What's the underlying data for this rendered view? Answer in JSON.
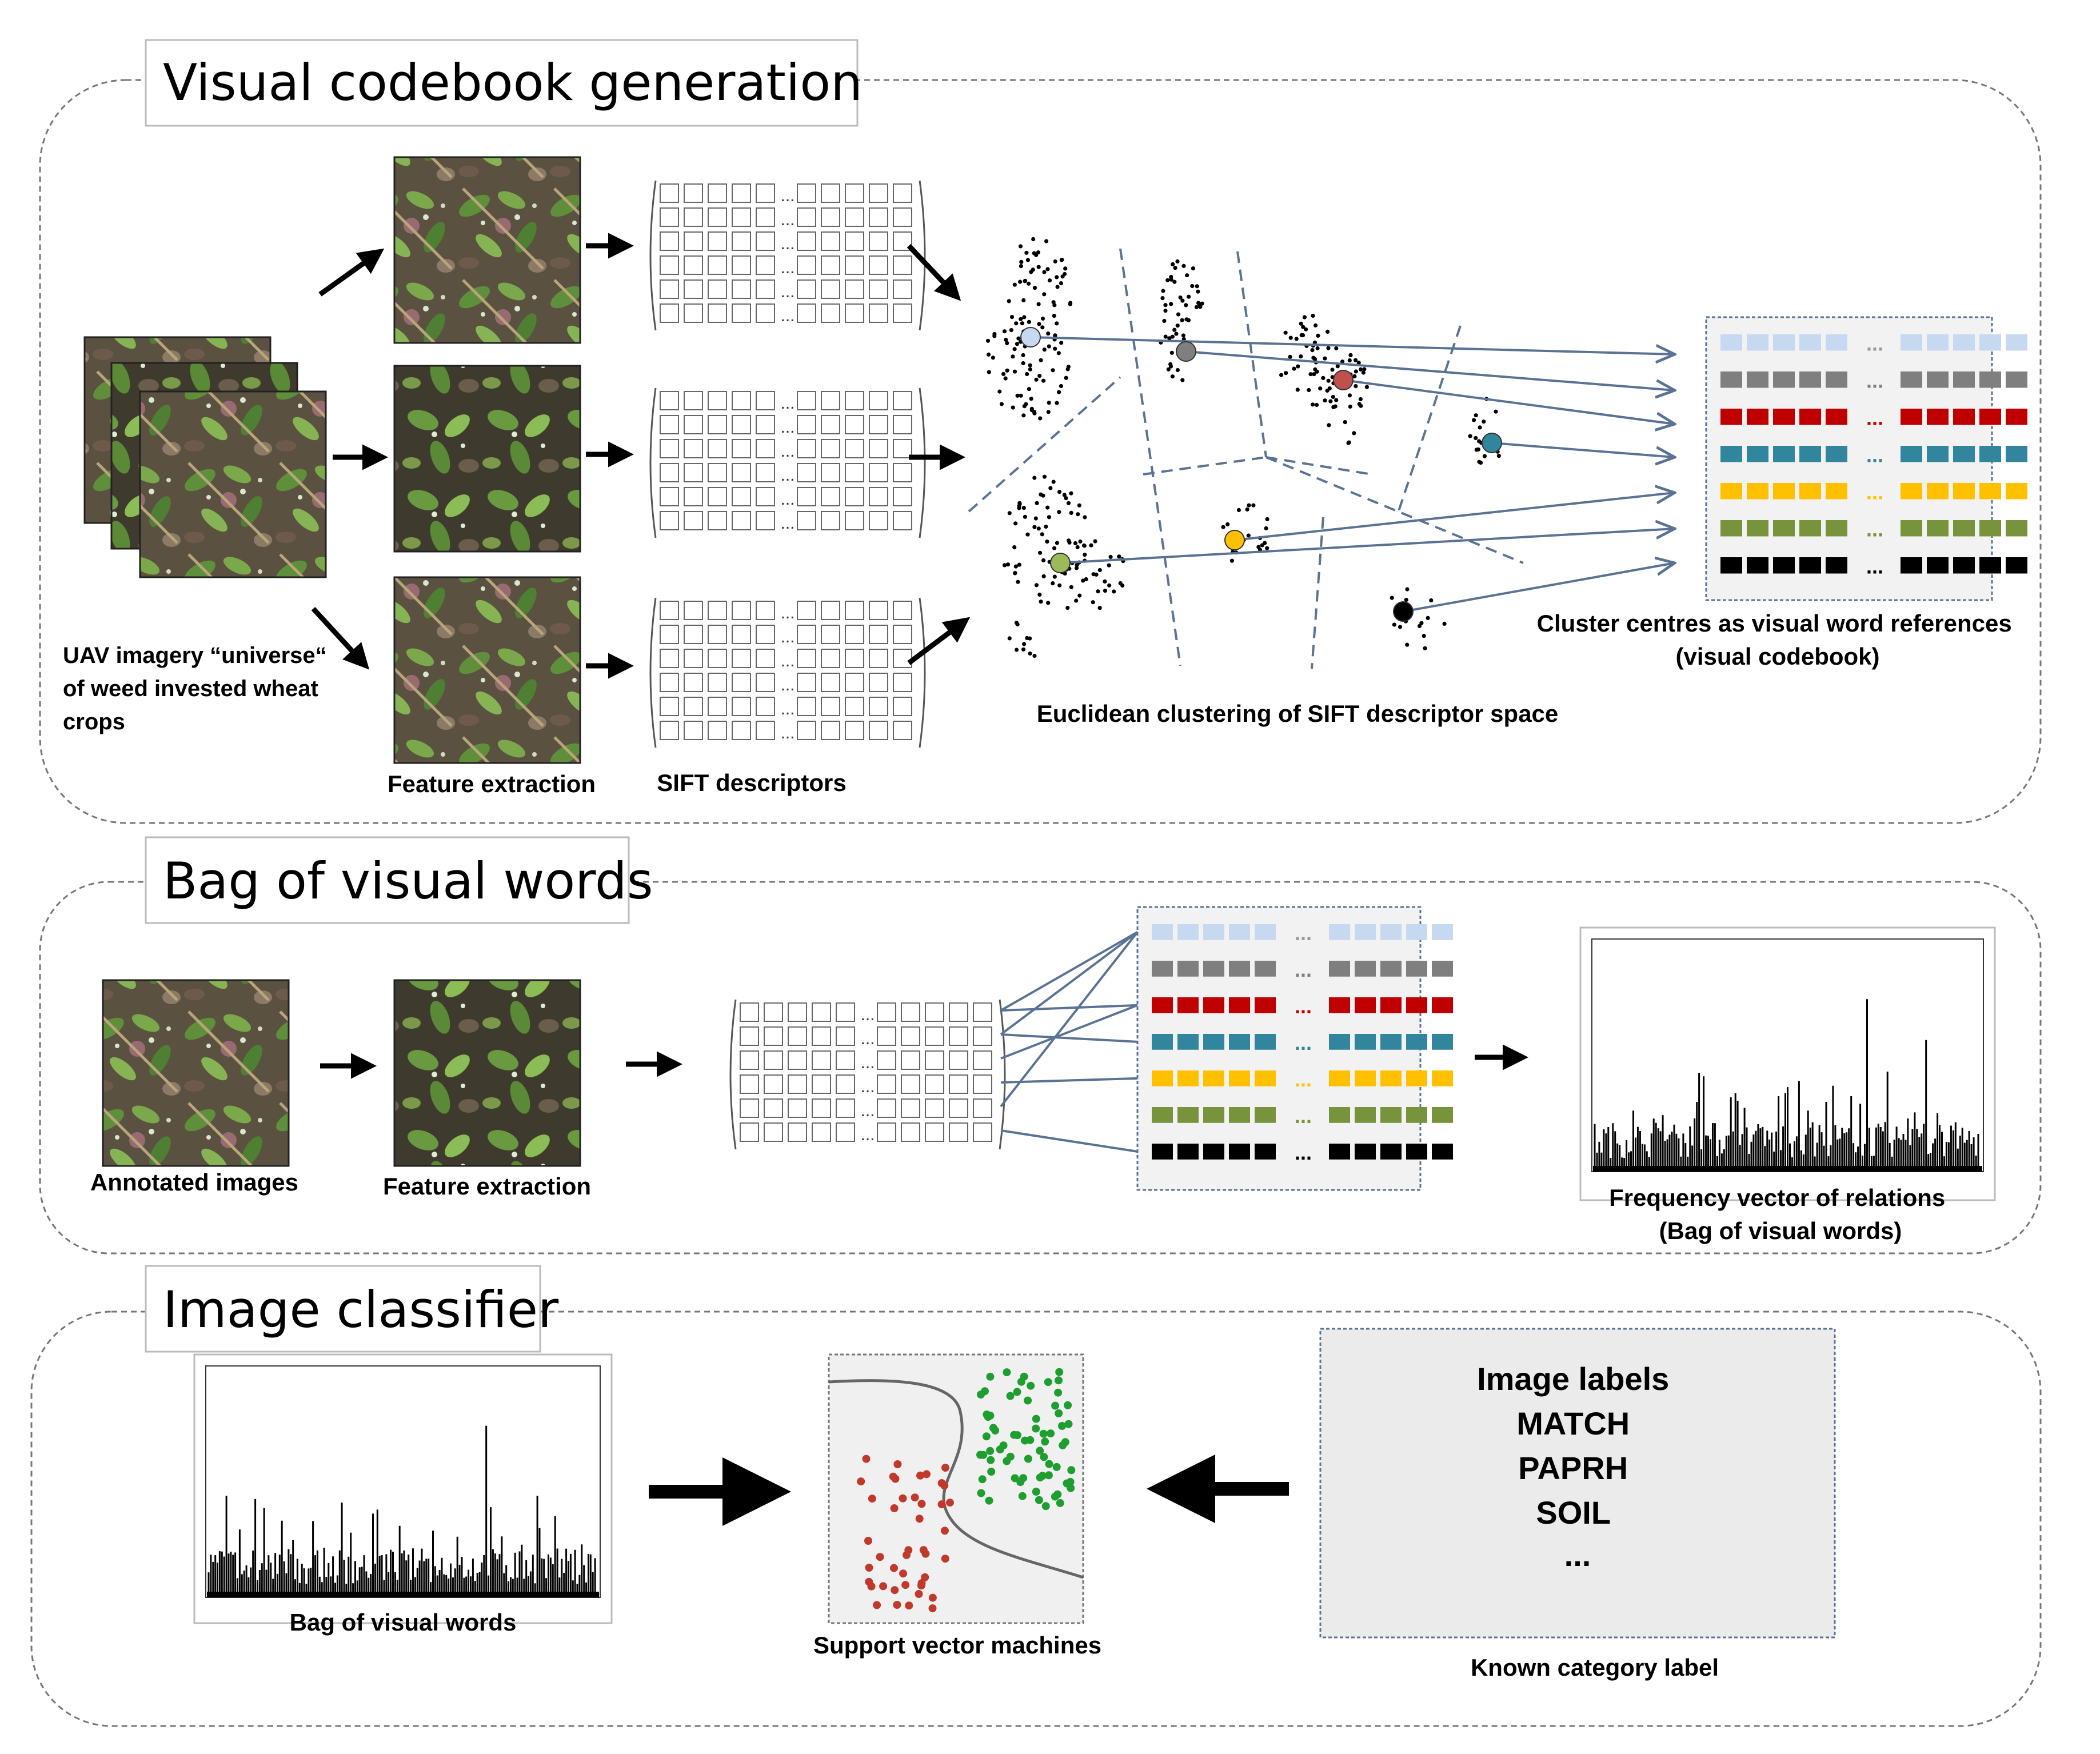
{
  "sections": {
    "codebook": {
      "title": "Visual codebook generation",
      "caption_universe": [
        "UAV imagery “universe“",
        "of weed invested wheat",
        "crops"
      ],
      "caption_feature": "Feature extraction",
      "caption_sift": "SIFT descriptors",
      "caption_clustering": "Euclidean clustering of SIFT descriptor space",
      "caption_codebook": [
        "Cluster centres as visual word references",
        "(visual codebook)"
      ]
    },
    "bow": {
      "title": "Bag of visual words",
      "caption_annotated": "Annotated images",
      "caption_feature": "Feature extraction",
      "caption_frequency": [
        "Frequency vector of relations",
        "(Bag of visual words)"
      ]
    },
    "classifier": {
      "title": "Image classifier",
      "caption_bow": "Bag of visual words",
      "caption_svm": "Support vector machines",
      "caption_known": "Known category label",
      "labels_box": [
        "Image labels",
        "MATCH",
        "PAPRH",
        "SOIL",
        "..."
      ]
    }
  },
  "descriptor_ellipsis": "...",
  "codebook_ellipsis": "...",
  "codebook_colors": [
    "#c6d9f1",
    "#7f7f7f",
    "#c00000",
    "#31859c",
    "#ffc000",
    "#77933c",
    "#000000"
  ],
  "cluster_centre_colors": [
    "#c6d9f1",
    "#7f7f7f",
    "#c0504d",
    "#31859c",
    "#ffc000",
    "#9bbb59",
    "#000000"
  ],
  "svm_class_colors": [
    "#c0392b",
    "#1e9e2e"
  ],
  "icons": [
    "arrow-icon",
    "plant-image-icon",
    "matrix-icon",
    "histogram-icon"
  ]
}
